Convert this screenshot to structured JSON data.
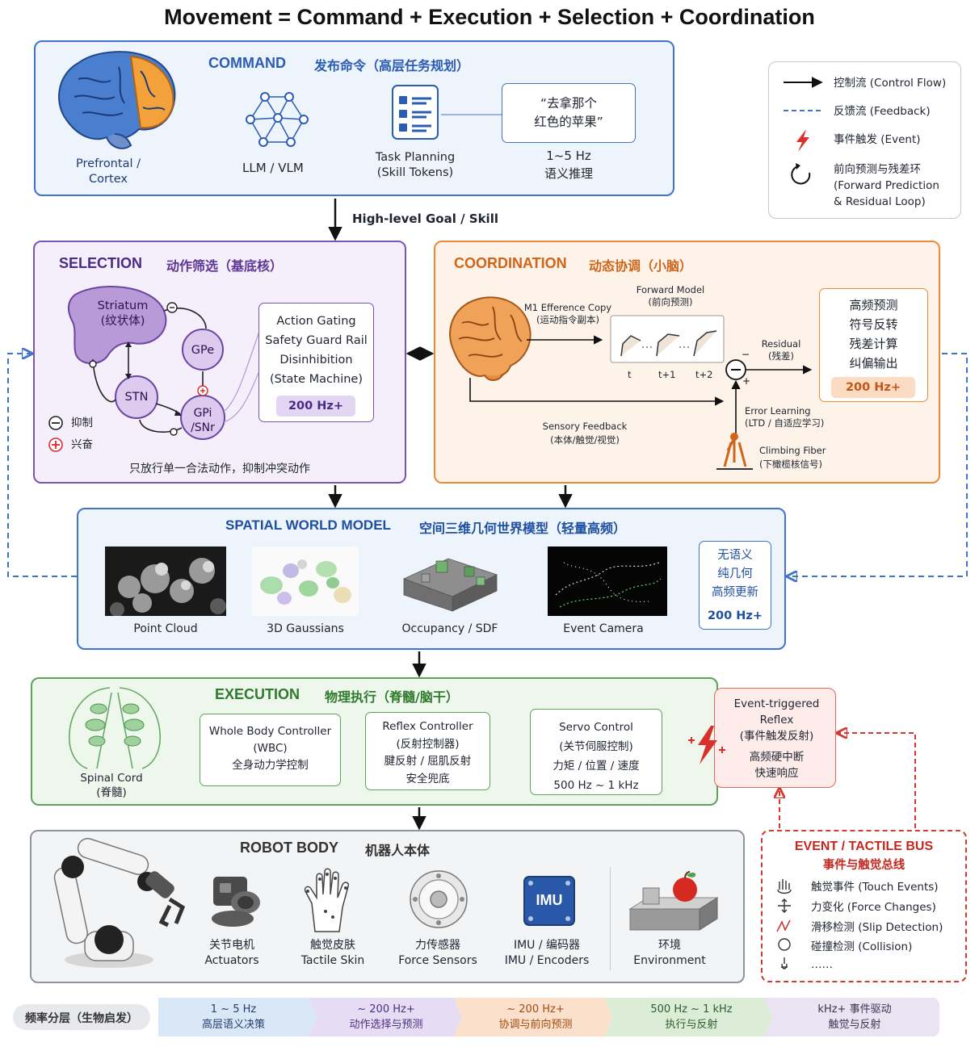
{
  "title": "Movement = Command + Execution + Selection + Coordination",
  "legend": {
    "control_flow": "控制流 (Control Flow)",
    "feedback": "反馈流 (Feedback)",
    "event": "事件触发 (Event)",
    "forward_1": "前向预测与残差环",
    "forward_2": "(Forward Prediction",
    "forward_3": "& Residual Loop)"
  },
  "command": {
    "title": "COMMAND",
    "subtitle": "发布命令（高层任务规划）",
    "brain_label_1": "Prefrontal /",
    "brain_label_2": "Cortex",
    "llm_label": "LLM / VLM",
    "task_1": "Task Planning",
    "task_2": "(Skill Tokens)",
    "quote_1": "“去拿那个",
    "quote_2": "红色的苹果”",
    "freq": "1~5 Hz",
    "reasoning": "语义推理"
  },
  "arrow_goal": "High-level Goal / Skill",
  "selection": {
    "title": "SELECTION",
    "subtitle": "动作筛选（基底核）",
    "striatum_1": "Striatum",
    "striatum_2": "(纹状体)",
    "gpe": "GPe",
    "stn": "STN",
    "gpi_1": "GPi",
    "gpi_2": "/SNr",
    "inhibit": "抑制",
    "excite": "兴奋",
    "box_lines": [
      "Action Gating",
      "Safety Guard Rail",
      "Disinhibition",
      "(State Machine)"
    ],
    "box_freq": "200 Hz+",
    "caption": "只放行单一合法动作，抑制冲突动作"
  },
  "coordination": {
    "title": "COORDINATION",
    "subtitle": "动态协调（小脑）",
    "efference_1": "M1 Efference Copy",
    "efference_2": "(运动指令副本)",
    "forward_1": "Forward Model",
    "forward_2": "(前向预测)",
    "t0": "t",
    "t1": "t+1",
    "t2": "t+2",
    "residual_1": "Residual",
    "residual_2": "(残差)",
    "sensory_1": "Sensory Feedback",
    "sensory_2": "(本体/触觉/视觉)",
    "error_1": "Error Learning",
    "error_2": "(LTD / 自适应学习)",
    "climbing_1": "Climbing Fiber",
    "climbing_2": "(下橄榄核信号)",
    "out_lines": [
      "高频预测",
      "符号反转",
      "残差计算",
      "纠偏输出"
    ],
    "out_freq": "200 Hz+"
  },
  "world": {
    "title": "SPATIAL WORLD MODEL",
    "subtitle": "空间三维几何世界模型（轻量高频）",
    "items": [
      "Point Cloud",
      "3D Gaussians",
      "Occupancy / SDF",
      "Event Camera"
    ],
    "side_lines": [
      "无语义",
      "纯几何",
      "高频更新"
    ],
    "side_freq": "200 Hz+"
  },
  "execution": {
    "title": "EXECUTION",
    "subtitle": "物理执行（脊髓/脑干）",
    "spinal_1": "Spinal Cord",
    "spinal_2": "(脊髓)",
    "wbc": [
      "Whole Body Controller",
      "(WBC)",
      "全身动力学控制"
    ],
    "reflex": [
      "Reflex Controller",
      "(反射控制器)",
      "腱反射 / 屈肌反射",
      "安全兜底"
    ],
    "servo": [
      "Servo Control",
      "(关节伺服控制)",
      "力矩 / 位置 / 速度",
      "500 Hz ~ 1 kHz"
    ]
  },
  "event_reflex": [
    "Event-triggered",
    "Reflex",
    "(事件触发反射)",
    "高频硬中断",
    "快速响应"
  ],
  "robot": {
    "title": "ROBOT BODY",
    "subtitle": "机器人本体",
    "items": [
      {
        "cn": "关节电机",
        "en": "Actuators"
      },
      {
        "cn": "触觉皮肤",
        "en": "Tactile Skin"
      },
      {
        "cn": "力传感器",
        "en": "Force Sensors"
      },
      {
        "cn": "IMU / 编码器",
        "en": "IMU / Encoders"
      },
      {
        "cn": "环境",
        "en": "Environment"
      }
    ],
    "imu_text": "IMU"
  },
  "bus": {
    "title_1": "EVENT / TACTILE BUS",
    "title_2": "事件与触觉总线",
    "rows": [
      "触觉事件 (Touch Events)",
      "力变化 (Force Changes)",
      "滑移检测 (Slip Detection)",
      "碰撞检测 (Collision)",
      "……"
    ]
  },
  "frequency": {
    "label": "频率分层（生物启发）",
    "bands": [
      {
        "top": "1 ~ 5 Hz",
        "bottom": "高层语义决策",
        "color": "#d9e7f7",
        "text": "#23406e"
      },
      {
        "top": "~ 200 Hz+",
        "bottom": "动作选择与预测",
        "color": "#e6dcf3",
        "text": "#4e2f80"
      },
      {
        "top": "~ 200 Hz+",
        "bottom": "协调与前向预测",
        "color": "#fbe1cc",
        "text": "#a24a12"
      },
      {
        "top": "500 Hz ~ 1 kHz",
        "bottom": "执行与反射",
        "color": "#dcedd7",
        "text": "#2e5a2c"
      },
      {
        "top": "kHz+ 事件驱动",
        "bottom": "触觉与反射",
        "color": "#e9e3f2",
        "text": "#3c3450"
      }
    ]
  },
  "colors": {
    "blue": "#3f74c9",
    "purple": "#7c55b2",
    "orange": "#ea8a3a",
    "green": "#5fa25c",
    "red": "#d23a32"
  }
}
